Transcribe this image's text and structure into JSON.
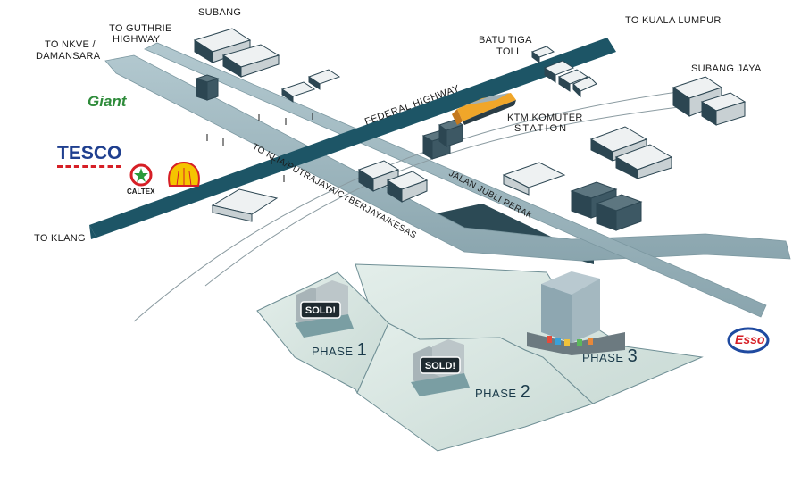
{
  "places": {
    "subang": "SUBANG",
    "to_guthrie_line1": "TO GUTHRIE",
    "to_guthrie_line2": "HIGHWAY",
    "to_nkve_line1": "TO NKVE /",
    "to_nkve_line2": "DAMANSARA",
    "to_kuala_lumpur": "TO KUALA LUMPUR",
    "batu_tiga_line1": "BATU TIGA",
    "batu_tiga_line2": "TOLL",
    "subang_jaya": "SUBANG JAYA",
    "ktm_line1": "KTM KOMUTER",
    "ktm_line2": "STATION",
    "to_klang": "TO KLANG"
  },
  "roads": {
    "federal_highway": "FEDERAL HIGHWAY",
    "kesas": "TO KLIA/PUTRAJAYA/CYBERJAYA/KESAS",
    "jalan_jubli_perak": "JALAN JUBLI PERAK"
  },
  "phases": [
    {
      "word": "PHASE",
      "number": "1"
    },
    {
      "word": "PHASE",
      "number": "2"
    },
    {
      "word": "PHASE",
      "number": "3"
    }
  ],
  "sold_badges": [
    "SOLD!",
    "SOLD!"
  ],
  "brands": {
    "giant": "Giant",
    "tesco": "TESCO",
    "caltex": "CALTEX",
    "esso": "Esso"
  },
  "colors": {
    "road_dark": "#1d5566",
    "road_light": "#9fb7c0",
    "land": "#d9e6e2",
    "building_roof": "#dfe4e6",
    "building_dark": "#2c4652"
  }
}
